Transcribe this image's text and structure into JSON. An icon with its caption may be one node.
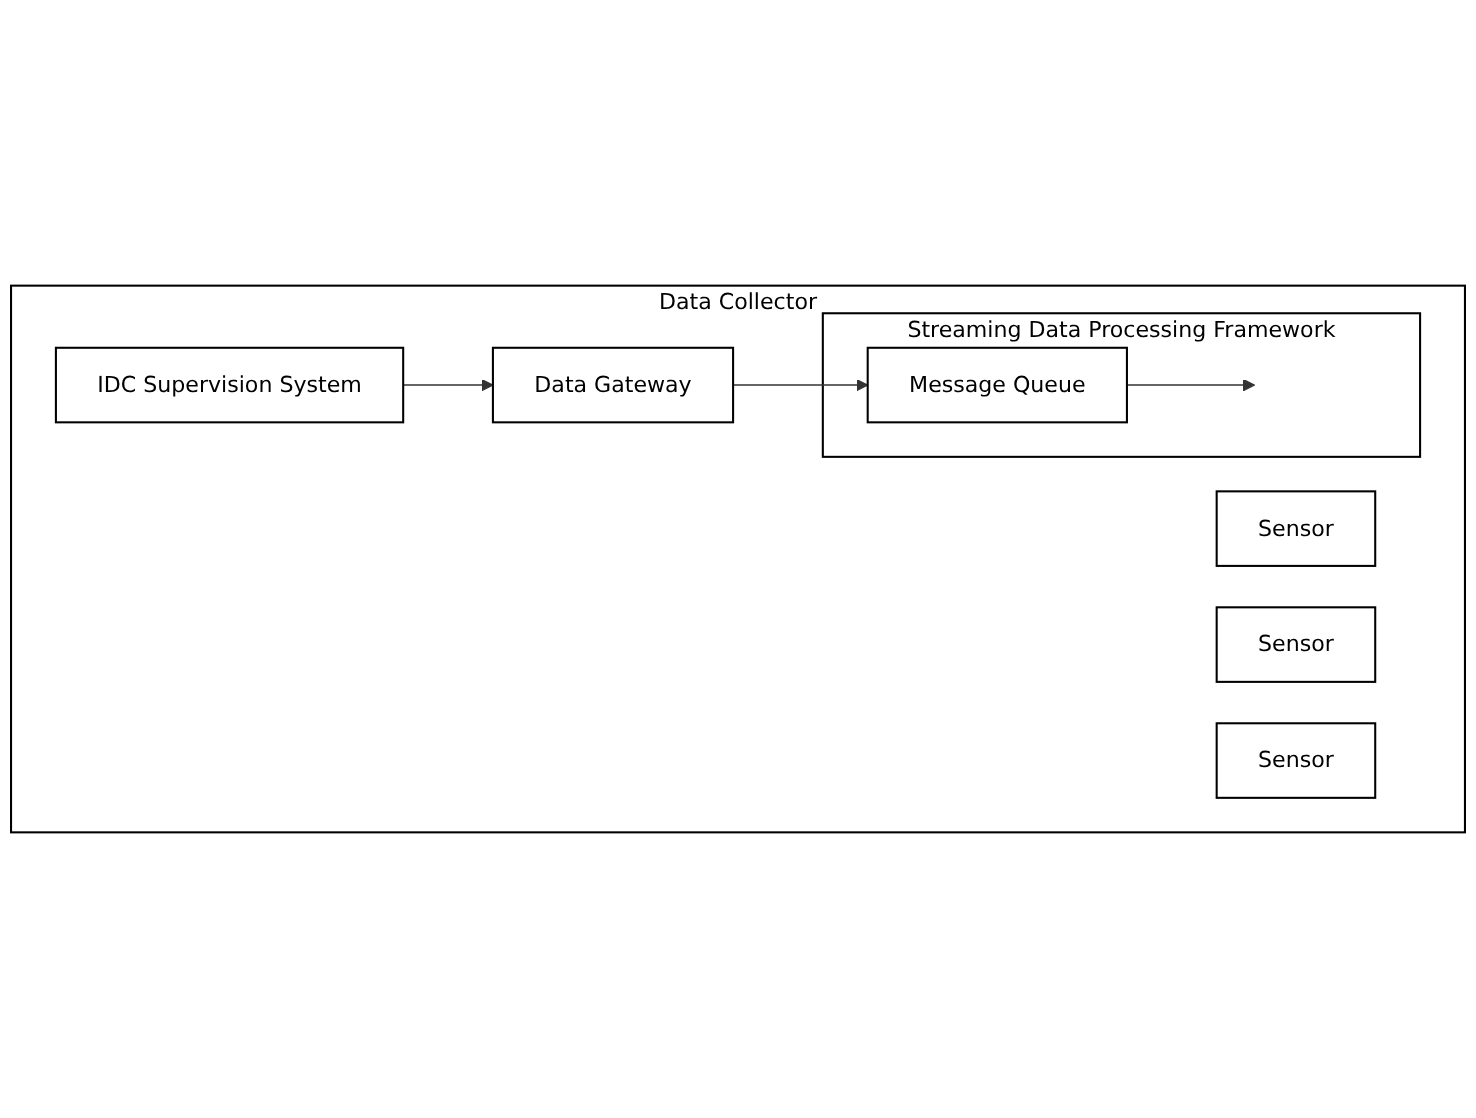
{
  "diagram": {
    "nodes": [
      {
        "text": [
          "Data Collector"
        ]
      },
      {
        "text": [
          "Streaming Data Processing Framework"
        ],
        "in": 0
      },
      {
        "text": [
          "Message Queue"
        ],
        "in": 1
      },
      {
        "text": [
          "Data Gateway"
        ],
        "in": 0
      },
      {
        "text": [
          "IDC Supervision System"
        ],
        "in": 0
      },
      {
        "text": [
          "Sensor"
        ],
        "in": 0
      },
      {
        "text": [
          "Sensor"
        ],
        "in": 0
      },
      {
        "text": [
          "Sensor"
        ],
        "in": 0
      }
    ],
    "edges": [
      {
        "from": 4,
        "to": 3,
        "arrow": "to"
      },
      {
        "from": 3,
        "to": 2,
        "arrow": "to"
      },
      {
        "from": 2,
        "to": null,
        "arrow": "to"
      }
    ]
  }
}
